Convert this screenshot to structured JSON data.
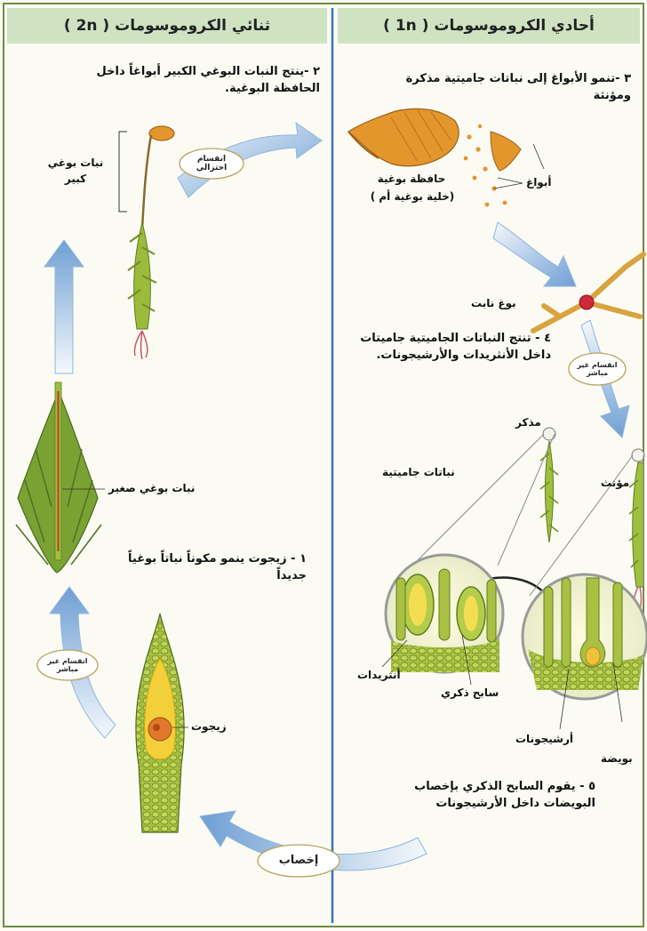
{
  "header": {
    "left_title": "ثنائي الكروموسومات ( 2n )",
    "right_title": "أحادي الكروموسومات ( 1n )"
  },
  "steps": {
    "step1": "١ - زيجوت ينمو مكوناً نباتاً بوغياً جديداً",
    "step2": "٢ -ينتج النبات البوغي الكبير أبواغاً داخل الحافظة البوغية.",
    "step3": "٣ -تنمو الأبواغ إلى نباتات جاميتية مذكرة ومؤنثة",
    "step4": "٤ - تنتج النباتات الجاميتية جاميتات داخل الأنثريدات والأرشيجونات.",
    "step5": "٥ - يقوم السابح الذكري بإخصاب البويضات داخل الأرشيجونات"
  },
  "labels": {
    "large_sporophyte": "نبات بوغي كبير",
    "small_sporophyte": "نبات بوغي صغير",
    "zygote": "زيجوت",
    "capsule": "حافظة بوغية",
    "mother_cell": "(خلية بوغية أم )",
    "spores": "أبواغ",
    "germinating_spore": "بوغ نابت",
    "male": "مذكر",
    "female": "مؤنث",
    "gametophytes": "نباتات جاميتية",
    "antheridia": "أنثريدات",
    "sperm": "سابح ذكري",
    "archegonia": "أرشيجونات",
    "egg": "بويضة"
  },
  "arrow_captions": {
    "meiosis": "انقسام اختزالي",
    "mitosis_right": "انقسام غير مباشر",
    "mitosis_left": "انقسام غير مباشر",
    "fertilization": "إخصاب"
  },
  "colors": {
    "header_bg": "#cfe3c3",
    "divider": "#3b73b6",
    "arrow": "#7fa9d6",
    "plant_green": "#7fa132",
    "capsule_orange": "#e3962c"
  }
}
